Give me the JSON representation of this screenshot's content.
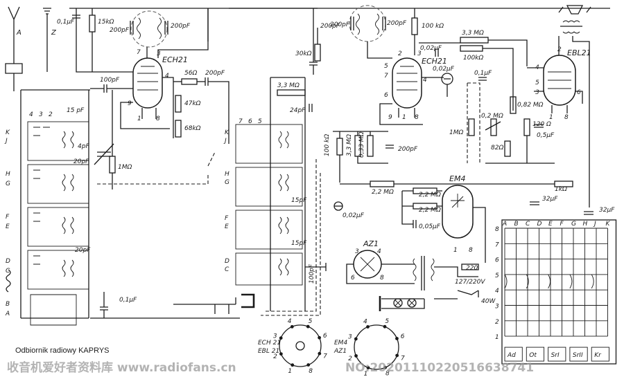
{
  "caption": {
    "title": "Odbiornik radiowy KAPRYS",
    "subtitle": ""
  },
  "watermark": {
    "site": "收音机爱好者资料库 www.radiofans.cn",
    "number": "NO:20201110220516638741"
  },
  "tubes": [
    {
      "name": "ECH21"
    },
    {
      "name": "ECH21"
    },
    {
      "name": "EBL21"
    },
    {
      "name": "EM4"
    },
    {
      "name": "AZ1"
    }
  ],
  "antenna": {
    "a": "A",
    "z": "Z"
  },
  "components": {
    "c_01uF_top": "0,1μF",
    "r_15k": "15kΩ",
    "c_200pF_if1a": "200pF",
    "c_200pF_if1b": "200pF",
    "c_200pF_mid": "200pF",
    "r_30k": "30kΩ",
    "c_100pF_grid": "100pF",
    "r_56": "56Ω",
    "c_200pF_osc": "200pF",
    "r_47k": "47kΩ",
    "r_68k": "68kΩ",
    "r_33M_a": "3,3 MΩ",
    "c_24pF": "24pF",
    "r_1M_left": "1MΩ",
    "c_15pF_a": "15 pF",
    "c_4pF": "4pF",
    "c_20pF_a": "20pF",
    "c_20pF_b": "20pF",
    "c_15pF_b": "15pF",
    "c_15pF_c": "15pF",
    "c_100pF_b": "100pF",
    "c_01uF_bottom": "0,1μF",
    "c_200pF_if2a": "200pF",
    "c_200pF_if2b": "200pF",
    "r_100k_top": "100 kΩ",
    "r_33M_b": "3,3 MΩ",
    "c_002uF_a": "0,02μF",
    "r_100k_b": "100kΩ",
    "c_002uF_b": "0,02μF",
    "c_01uF_mid": "0,1μF",
    "r_1M_vol": "1MΩ",
    "r_02M": "0,2 MΩ",
    "r_082M": "0,82 MΩ",
    "r_120": "120 Ω",
    "c_05uF": "0,5μF",
    "r_82": "82Ω",
    "r_100k_side": "100 kΩ",
    "r_33M_c": "3,3 MΩ",
    "r_033M": "0,33 MΩ",
    "c_200pF_c": "200pF",
    "r_22M_a": "2,2 MΩ",
    "r_22M_b": "2,2 MΩ",
    "r_22M_c": "2,2 MΩ",
    "c_002uF_c": "0,02μF",
    "c_005uF": "0,05μF",
    "r_1k": "1kΩ",
    "c_32uF_a": "32μF",
    "c_32uF_b": "32μF",
    "mains_220": "220",
    "mains_volt": "127/220V",
    "lamp_w": "40W"
  },
  "pins": {
    "p1": "1",
    "p2": "2",
    "p3": "3",
    "p4": "4",
    "p5": "5",
    "p6": "6",
    "p7": "7",
    "p8": "8",
    "p9": "9"
  },
  "bands": {
    "k": "K",
    "j": "J",
    "h": "H",
    "g": "G",
    "f": "F",
    "e": "E",
    "d": "D",
    "c": "C",
    "b": "B",
    "a": "A",
    "n4": "4",
    "n3": "3",
    "n2": "2",
    "n7": "7",
    "n6": "6",
    "n5": "5"
  },
  "switch_table": {
    "columns": [
      "A",
      "B",
      "C",
      "D",
      "E",
      "F",
      "G",
      "H",
      "J",
      "K"
    ],
    "rows": [
      "8",
      "7",
      "6",
      "5",
      "4",
      "3",
      "2",
      "1"
    ],
    "positions": [
      "Ad",
      "Ot",
      "SrI",
      "SrII",
      "Kr"
    ]
  },
  "sockets": {
    "left_label_1": "ECH 21",
    "left_label_2": "EBL 21",
    "right_label_1": "EM4",
    "right_label_2": "AZ1",
    "pins_left": [
      "1",
      "2",
      "3",
      "4",
      "5",
      "6",
      "7",
      "8"
    ],
    "pins_right": [
      "1",
      "2",
      "3",
      "4",
      "5",
      "6",
      "7",
      "8"
    ]
  }
}
